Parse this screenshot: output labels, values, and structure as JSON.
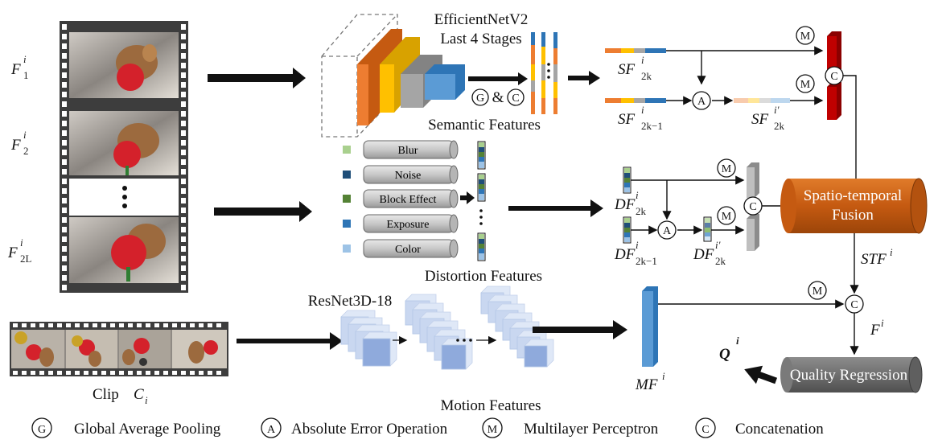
{
  "frames": {
    "labels": [
      {
        "base": "F",
        "sub": "1",
        "sup": "i"
      },
      {
        "base": "F",
        "sub": "2",
        "sup": "i"
      },
      {
        "base": "F",
        "sub": "2L",
        "sup": "i"
      }
    ]
  },
  "semantic": {
    "backbone_line1": "EfficientNetV2",
    "backbone_line2": "Last 4 Stages",
    "gc_g": "G",
    "gc_amp": "&",
    "gc_c": "C",
    "title": "Semantic Features",
    "sf_top": {
      "base": "SF",
      "sub": "2k",
      "sup": "i"
    },
    "sf_bottom": {
      "base": "SF",
      "sub": "2k−1",
      "sup": "i"
    },
    "sf_diff": {
      "base": "SF",
      "sub": "2k",
      "sup": "i′"
    }
  },
  "distortion": {
    "items": [
      "Blur",
      "Noise",
      "Block Effect",
      "Exposure",
      "Color"
    ],
    "colors": [
      "#a9d08e",
      "#1f4e79",
      "#548235",
      "#2e75b6",
      "#9dc3e6"
    ],
    "title": "Distortion Features",
    "df_top": {
      "base": "DF",
      "sub": "2k",
      "sup": "i"
    },
    "df_bottom": {
      "base": "DF",
      "sub": "2k−1",
      "sup": "i"
    },
    "df_diff": {
      "base": "DF",
      "sub": "2k",
      "sup": "i′"
    }
  },
  "motion": {
    "backbone": "ResNet3D-18",
    "title": "Motion Features",
    "clip_label": "Clip",
    "clip_sym": {
      "base": "C",
      "sub": "i"
    },
    "mf": {
      "base": "MF",
      "sup": "i"
    }
  },
  "fusion": {
    "stf_line1": "Spatio-temporal",
    "stf_line2": "Fusion",
    "stf": {
      "base": "STF",
      "sup": "i"
    },
    "f": {
      "base": "F",
      "sup": "i"
    },
    "regression": "Quality Regression",
    "q": {
      "base": "Q",
      "sup": "i"
    }
  },
  "ops": {
    "M": "M",
    "A": "A",
    "C": "C",
    "G": "G"
  },
  "legend": [
    {
      "symbol": "G",
      "text": "Global Average Pooling"
    },
    {
      "symbol": "A",
      "text": "Absolute Error Operation"
    },
    {
      "symbol": "M",
      "text": "Multilayer Perceptron"
    },
    {
      "symbol": "C",
      "text": "Concatenation"
    }
  ],
  "colors": {
    "orange": "#ed7d31",
    "gold": "#ffc000",
    "gray": "#a5a5a5",
    "blue": "#5b9bd5",
    "red": "#c00000",
    "fusion": "#c55a11",
    "regression": "#7f7f7f",
    "motion": "#b4c7e7"
  }
}
